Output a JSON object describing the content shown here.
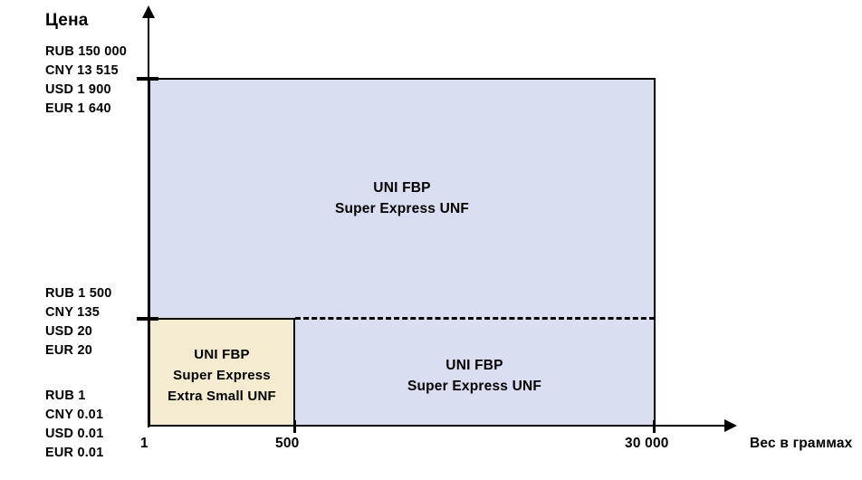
{
  "chart_data": {
    "type": "bar",
    "title": "",
    "ylabel": "Цена",
    "xlabel": "Вес в граммах",
    "grid": false,
    "legend": "none",
    "x_axis": {
      "label": "Вес в граммах",
      "ticks": [
        "1",
        "500",
        "30 000"
      ],
      "values": [
        1,
        500,
        30000
      ]
    },
    "y_axis": {
      "label": "Цена",
      "ticks": [
        {
          "currencies": [
            "RUB 1",
            "CNY 0.01",
            "USD 0.01",
            "EUR 0.01"
          ],
          "rub": 1,
          "cny": 0.01,
          "usd": 0.01,
          "eur": 0.01
        },
        {
          "currencies": [
            "RUB 1 500",
            "CNY 135",
            "USD 20",
            "EUR 20"
          ],
          "rub": 1500,
          "cny": 135,
          "usd": 20,
          "eur": 20
        },
        {
          "currencies": [
            "RUB 150 000",
            "CNY 13 515",
            "USD 1 900",
            "EUR 1 640"
          ],
          "rub": 150000,
          "cny": 13515,
          "usd": 1900,
          "eur": 1640
        }
      ]
    },
    "regions": [
      {
        "name": "large-region",
        "label": [
          "UNI FBP",
          "Super Express UNF"
        ],
        "x_range": [
          1,
          30000
        ],
        "y_range": [
          1500,
          150000
        ],
        "color": "#d9def0"
      },
      {
        "name": "lower-right-region",
        "label": [
          "UNI FBP",
          "Super Express UNF"
        ],
        "x_range": [
          500,
          30000
        ],
        "y_range": [
          1,
          1500
        ],
        "color": "#d9def0"
      },
      {
        "name": "small-region",
        "label": [
          "UNI FBP",
          "Super Express",
          "Extra Small UNF"
        ],
        "x_range": [
          1,
          500
        ],
        "y_range": [
          1,
          1500
        ],
        "color": "#f5ebd0"
      }
    ]
  },
  "axis": {
    "y_title": "Цена",
    "x_title": "Вес в граммах"
  },
  "price_labels": {
    "high": {
      "rub": "RUB 150 000",
      "cny": "CNY 13 515",
      "usd": "USD 1 900",
      "eur": "EUR 1 640"
    },
    "mid": {
      "rub": "RUB 1 500",
      "cny": "CNY 135",
      "usd": "USD 20",
      "eur": "EUR 20"
    },
    "low": {
      "rub": "RUB 1",
      "cny": "CNY 0.01",
      "usd": "USD 0.01",
      "eur": "EUR 0.01"
    }
  },
  "x_labels": {
    "one": "1",
    "five_hundred": "500",
    "thirty_thousand": "30 000"
  },
  "regions": {
    "large": {
      "line1": "UNI FBP",
      "line2": "Super Express UNF"
    },
    "lower_right": {
      "line1": "UNI FBP",
      "line2": "Super Express UNF"
    },
    "small": {
      "line1": "UNI FBP",
      "line2": "Super Express",
      "line3": "Extra Small UNF"
    }
  },
  "colors": {
    "region_blue": "#d9def0",
    "region_beige": "#f5ebd0",
    "stroke": "#000000",
    "background": "#ffffff"
  }
}
